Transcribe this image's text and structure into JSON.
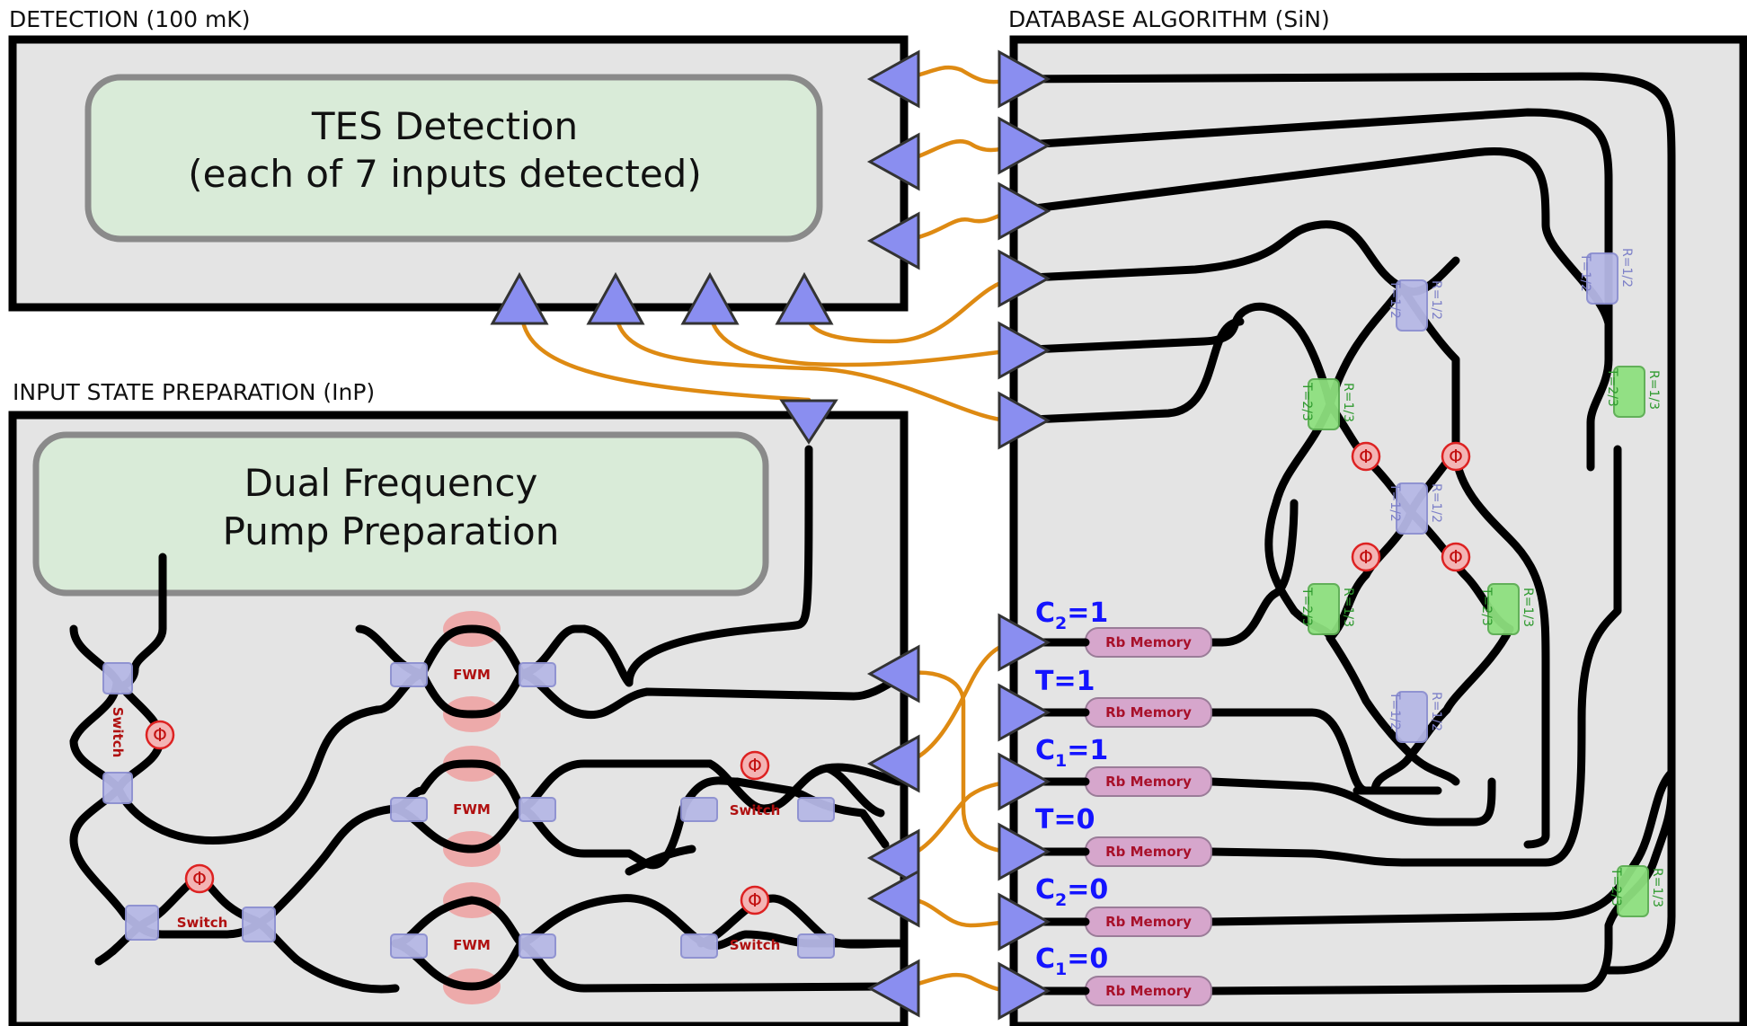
{
  "sections": {
    "detection": "DETECTION (100 mK)",
    "database": "DATABASE ALGORITHM (SiN)",
    "input": "INPUT STATE PREPARATION (InP)"
  },
  "boxes": {
    "tes_line1": "TES Detection",
    "tes_line2": "(each of 7 inputs detected)",
    "pump_line1": "Dual Frequency",
    "pump_line2": "Pump Preparation"
  },
  "labels": {
    "fwm": "FWM",
    "switch": "Switch",
    "phase": "Φ",
    "rb_memory": "Rb Memory",
    "t_half": "T=1/2",
    "r_half": "R=1/2",
    "t_twothirds": "T=2/3",
    "r_third": "R=1/3"
  },
  "memory_states": [
    {
      "main": "C",
      "sub": "2",
      "rest": "=1"
    },
    {
      "main": "T=1",
      "sub": "",
      "rest": ""
    },
    {
      "main": "C",
      "sub": "1",
      "rest": "=1"
    },
    {
      "main": "T=0",
      "sub": "",
      "rest": ""
    },
    {
      "main": "C",
      "sub": "2",
      "rest": "=0"
    },
    {
      "main": "C",
      "sub": "1",
      "rest": "=0"
    }
  ],
  "colors": {
    "panel": "#e4e4e4",
    "box": "#d9ebd8",
    "fiber": "#de8a12",
    "coupler": "#8a8ef0",
    "state_text": "#1414ff",
    "memory": "#d6a6cc"
  }
}
